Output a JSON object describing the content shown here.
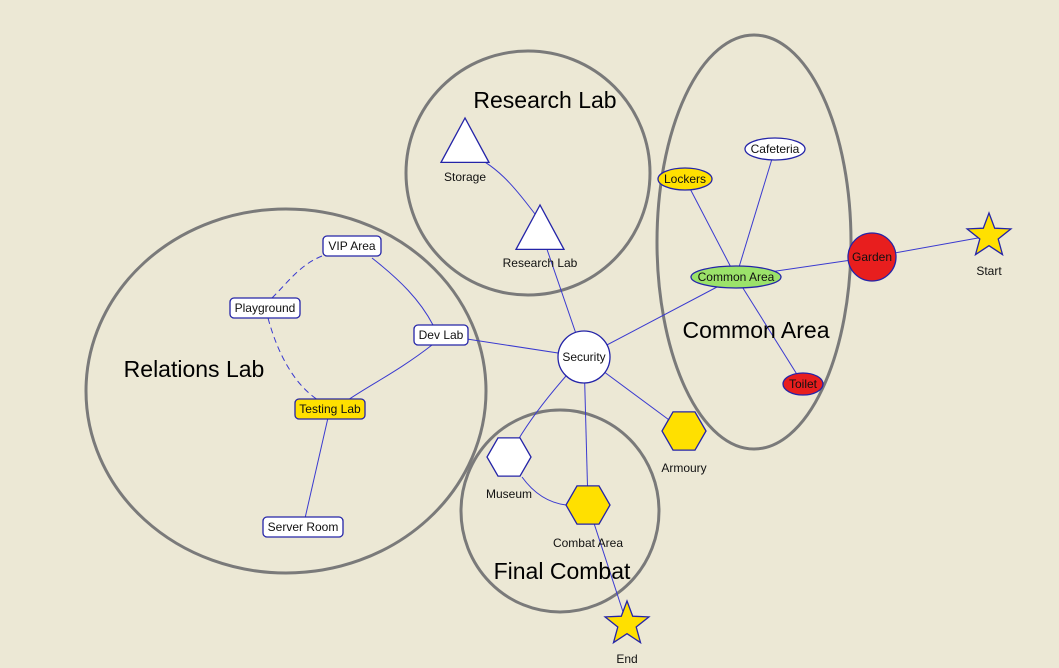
{
  "colors": {
    "background": "#ECE8D5",
    "edge": "#3A3AD0",
    "area_border": "#7A7A7A",
    "node_border": "#2424A8",
    "white": "#FFFFFF",
    "yellow": "#FFE000",
    "red": "#E81E1E",
    "green": "#9BE26A"
  },
  "areas": [
    {
      "id": "research",
      "label": "Research Lab"
    },
    {
      "id": "common",
      "label": "Common Area"
    },
    {
      "id": "relations",
      "label": "Relations Lab"
    },
    {
      "id": "final",
      "label": "Final Combat"
    }
  ],
  "nodes": [
    {
      "id": "storage",
      "label": "Storage",
      "shape": "triangle-icon",
      "fill": "white"
    },
    {
      "id": "research_lab",
      "label": "Research Lab",
      "shape": "triangle-icon",
      "fill": "white"
    },
    {
      "id": "lockers",
      "label": "Lockers",
      "shape": "ellipse",
      "fill": "yellow"
    },
    {
      "id": "cafeteria",
      "label": "Cafeteria",
      "shape": "ellipse",
      "fill": "white"
    },
    {
      "id": "common_area",
      "label": "Common Area",
      "shape": "ellipse",
      "fill": "green"
    },
    {
      "id": "garden",
      "label": "Garden",
      "shape": "circle",
      "fill": "red"
    },
    {
      "id": "toilet",
      "label": "Toilet",
      "shape": "ellipse",
      "fill": "red"
    },
    {
      "id": "start",
      "label": "Start",
      "shape": "star-icon",
      "fill": "yellow"
    },
    {
      "id": "vip_area",
      "label": "VIP Area",
      "shape": "rounded-rect",
      "fill": "white"
    },
    {
      "id": "playground",
      "label": "Playground",
      "shape": "rounded-rect",
      "fill": "white"
    },
    {
      "id": "dev_lab",
      "label": "Dev Lab",
      "shape": "rounded-rect",
      "fill": "white"
    },
    {
      "id": "testing_lab",
      "label": "Testing Lab",
      "shape": "rounded-rect",
      "fill": "yellow"
    },
    {
      "id": "server_room",
      "label": "Server Room",
      "shape": "rounded-rect",
      "fill": "white"
    },
    {
      "id": "security",
      "label": "Security",
      "shape": "circle",
      "fill": "white"
    },
    {
      "id": "armoury",
      "label": "Armoury",
      "shape": "hexagon-icon",
      "fill": "yellow"
    },
    {
      "id": "museum",
      "label": "Museum",
      "shape": "hexagon-icon",
      "fill": "white"
    },
    {
      "id": "combat_area",
      "label": "Combat Area",
      "shape": "hexagon-icon",
      "fill": "yellow"
    },
    {
      "id": "end",
      "label": "End",
      "shape": "star-icon",
      "fill": "yellow"
    }
  ],
  "edges": [
    {
      "from": "storage",
      "to": "research_lab",
      "style": "solid"
    },
    {
      "from": "research_lab",
      "to": "security",
      "style": "solid"
    },
    {
      "from": "lockers",
      "to": "common_area",
      "style": "solid"
    },
    {
      "from": "cafeteria",
      "to": "common_area",
      "style": "solid"
    },
    {
      "from": "common_area",
      "to": "garden",
      "style": "solid"
    },
    {
      "from": "common_area",
      "to": "toilet",
      "style": "solid"
    },
    {
      "from": "garden",
      "to": "start",
      "style": "solid"
    },
    {
      "from": "common_area",
      "to": "security",
      "style": "solid"
    },
    {
      "from": "vip_area",
      "to": "dev_lab",
      "style": "solid"
    },
    {
      "from": "vip_area",
      "to": "playground",
      "style": "dashed"
    },
    {
      "from": "playground",
      "to": "testing_lab",
      "style": "dashed"
    },
    {
      "from": "dev_lab",
      "to": "testing_lab",
      "style": "solid"
    },
    {
      "from": "testing_lab",
      "to": "server_room",
      "style": "solid"
    },
    {
      "from": "dev_lab",
      "to": "security",
      "style": "solid"
    },
    {
      "from": "security",
      "to": "armoury",
      "style": "solid"
    },
    {
      "from": "security",
      "to": "museum",
      "style": "solid"
    },
    {
      "from": "security",
      "to": "combat_area",
      "style": "solid"
    },
    {
      "from": "museum",
      "to": "combat_area",
      "style": "solid"
    },
    {
      "from": "combat_area",
      "to": "end",
      "style": "solid"
    }
  ]
}
